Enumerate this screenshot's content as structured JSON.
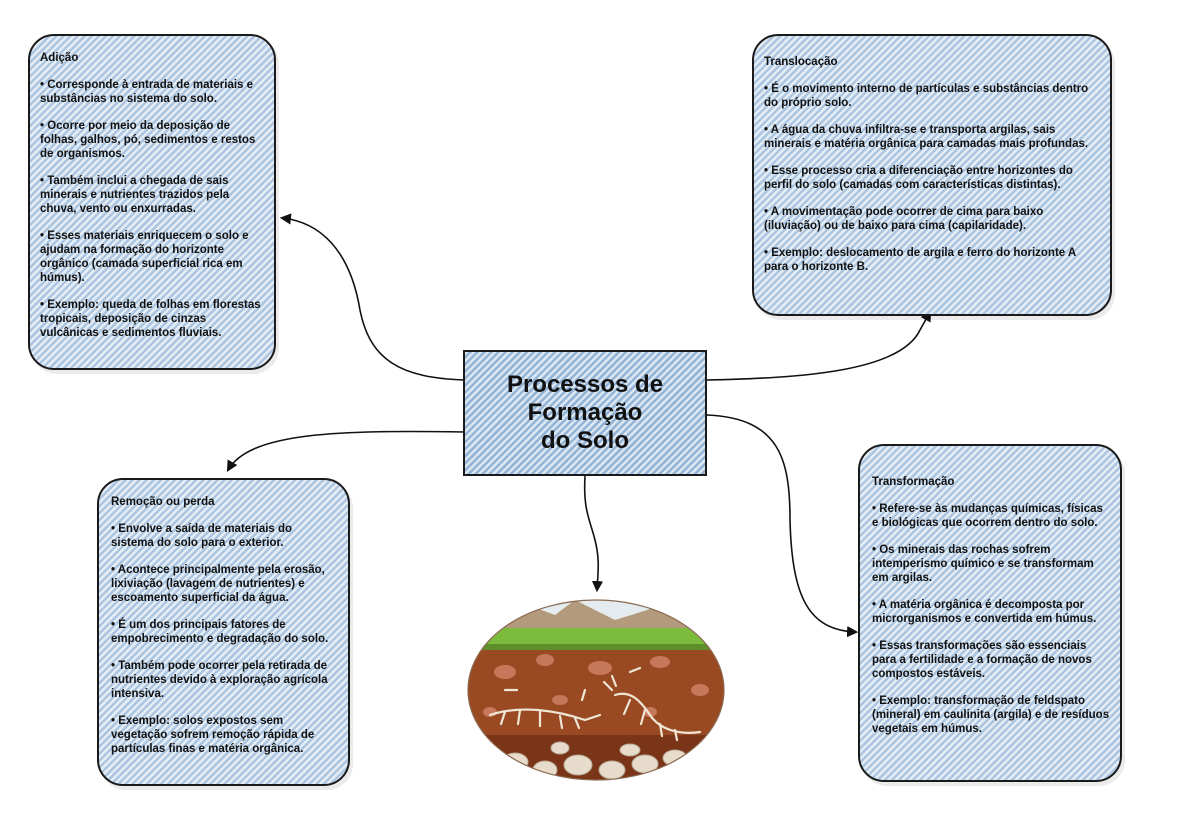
{
  "center": {
    "line1": "Processos de",
    "line2": "Formação",
    "line3": "do Solo"
  },
  "adicao": {
    "title": "Adição",
    "items": [
      "• Corresponde à entrada de materiais e substâncias no sistema do solo.",
      "• Ocorre por meio da deposição de folhas, galhos, pó, sedimentos e restos de organismos.",
      "• Também inclui a chegada de sais minerais e nutrientes trazidos pela chuva, vento ou enxurradas.",
      "• Esses materiais enriquecem o solo e ajudam na formação do horizonte orgânico (camada superficial rica em húmus).",
      " • Exemplo: queda de folhas em florestas tropicais, deposição de cinzas vulcânicas e sedimentos fluviais."
    ]
  },
  "translocacao": {
    "title": "Translocação",
    "items": [
      "• É o movimento interno de partículas e substâncias dentro do próprio solo.",
      "• A água da chuva infiltra-se e transporta argilas, sais minerais e matéria orgânica para camadas mais profundas.",
      "• Esse processo cria a diferenciação entre horizontes do perfil do solo (camadas com características distintas).",
      "• A movimentação pode ocorrer de cima para baixo (iluviação) ou de baixo para cima (capilaridade).",
      "• Exemplo: deslocamento de argila e ferro do horizonte A para o horizonte B."
    ]
  },
  "remocao": {
    "title": "Remoção ou perda",
    "items": [
      "• Envolve a saída de materiais do sistema do solo para o exterior.",
      "• Acontece principalmente pela erosão, lixiviação (lavagem de nutrientes) e escoamento superficial da água.",
      "• É um dos principais fatores de empobrecimento e degradação do solo.",
      "• Também pode ocorrer pela retirada de nutrientes devido à exploração agrícola intensiva.",
      "• Exemplo: solos expostos sem vegetação sofrem remoção rápida de partículas finas e matéria orgânica."
    ]
  },
  "transformacao": {
    "title": "Transformação",
    "items": [
      "• Refere-se às mudanças químicas, físicas e biológicas que ocorrem dentro do solo.",
      "• Os minerais das rochas sofrem intemperismo químico e se transformam em argilas.",
      "• A matéria orgânica é decomposta por microrganismos e convertida em húmus.",
      "• Essas transformações são essenciais para a fertilidade e a formação de novos compostos estáveis.",
      "• Exemplo: transformação de feldspato (mineral) em caulinita (argila) e de resíduos vegetais em húmus."
    ]
  },
  "colors": {
    "box_fill": "#c6d8ea",
    "stroke": "#1a1a1a",
    "soil": "#9a4a22",
    "grass": "#7cbc3c",
    "sky": "#dde8ee"
  },
  "illustration": {
    "name": "soil-cross-section-with-fossils"
  }
}
